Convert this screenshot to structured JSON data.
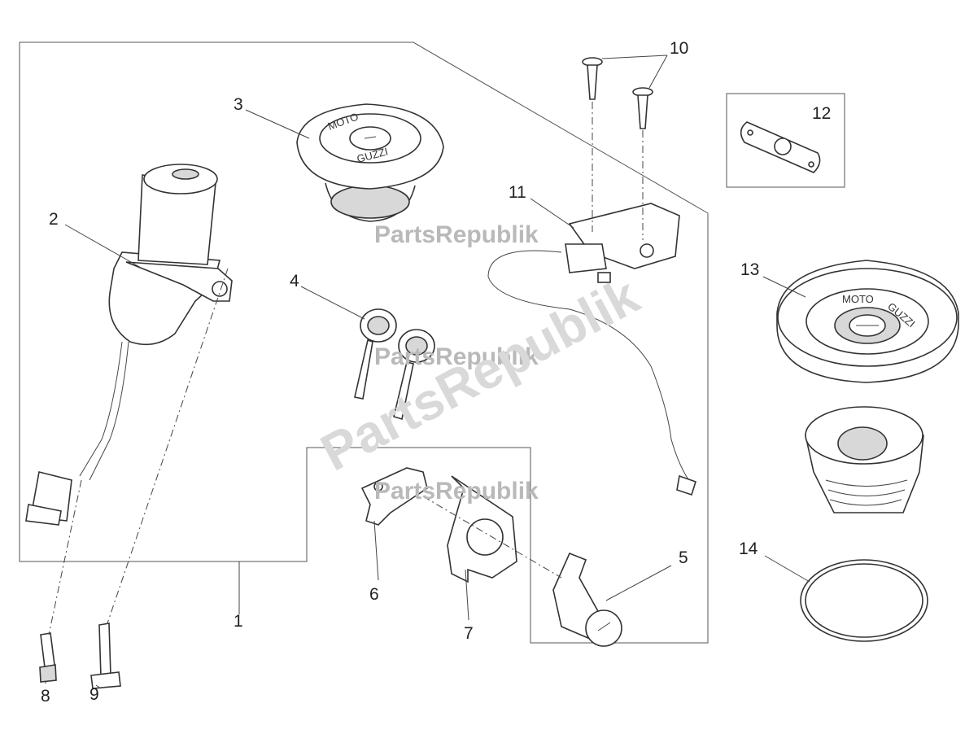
{
  "callouts": {
    "n1": "1",
    "n2": "2",
    "n3": "3",
    "n4": "4",
    "n5": "5",
    "n6": "6",
    "n7": "7",
    "n8": "8",
    "n9": "9",
    "n10": "10",
    "n11": "11",
    "n12": "12",
    "n13": "13",
    "n14": "14"
  },
  "watermark": {
    "text": "PartsRepublik",
    "diagonal": "PartsRepublik"
  },
  "cap_markings": {
    "cap3_top": "MOTO",
    "cap3_bottom": "GUZZI",
    "cap13_top": "MOTO",
    "cap13_bottom": "GUZZI"
  }
}
